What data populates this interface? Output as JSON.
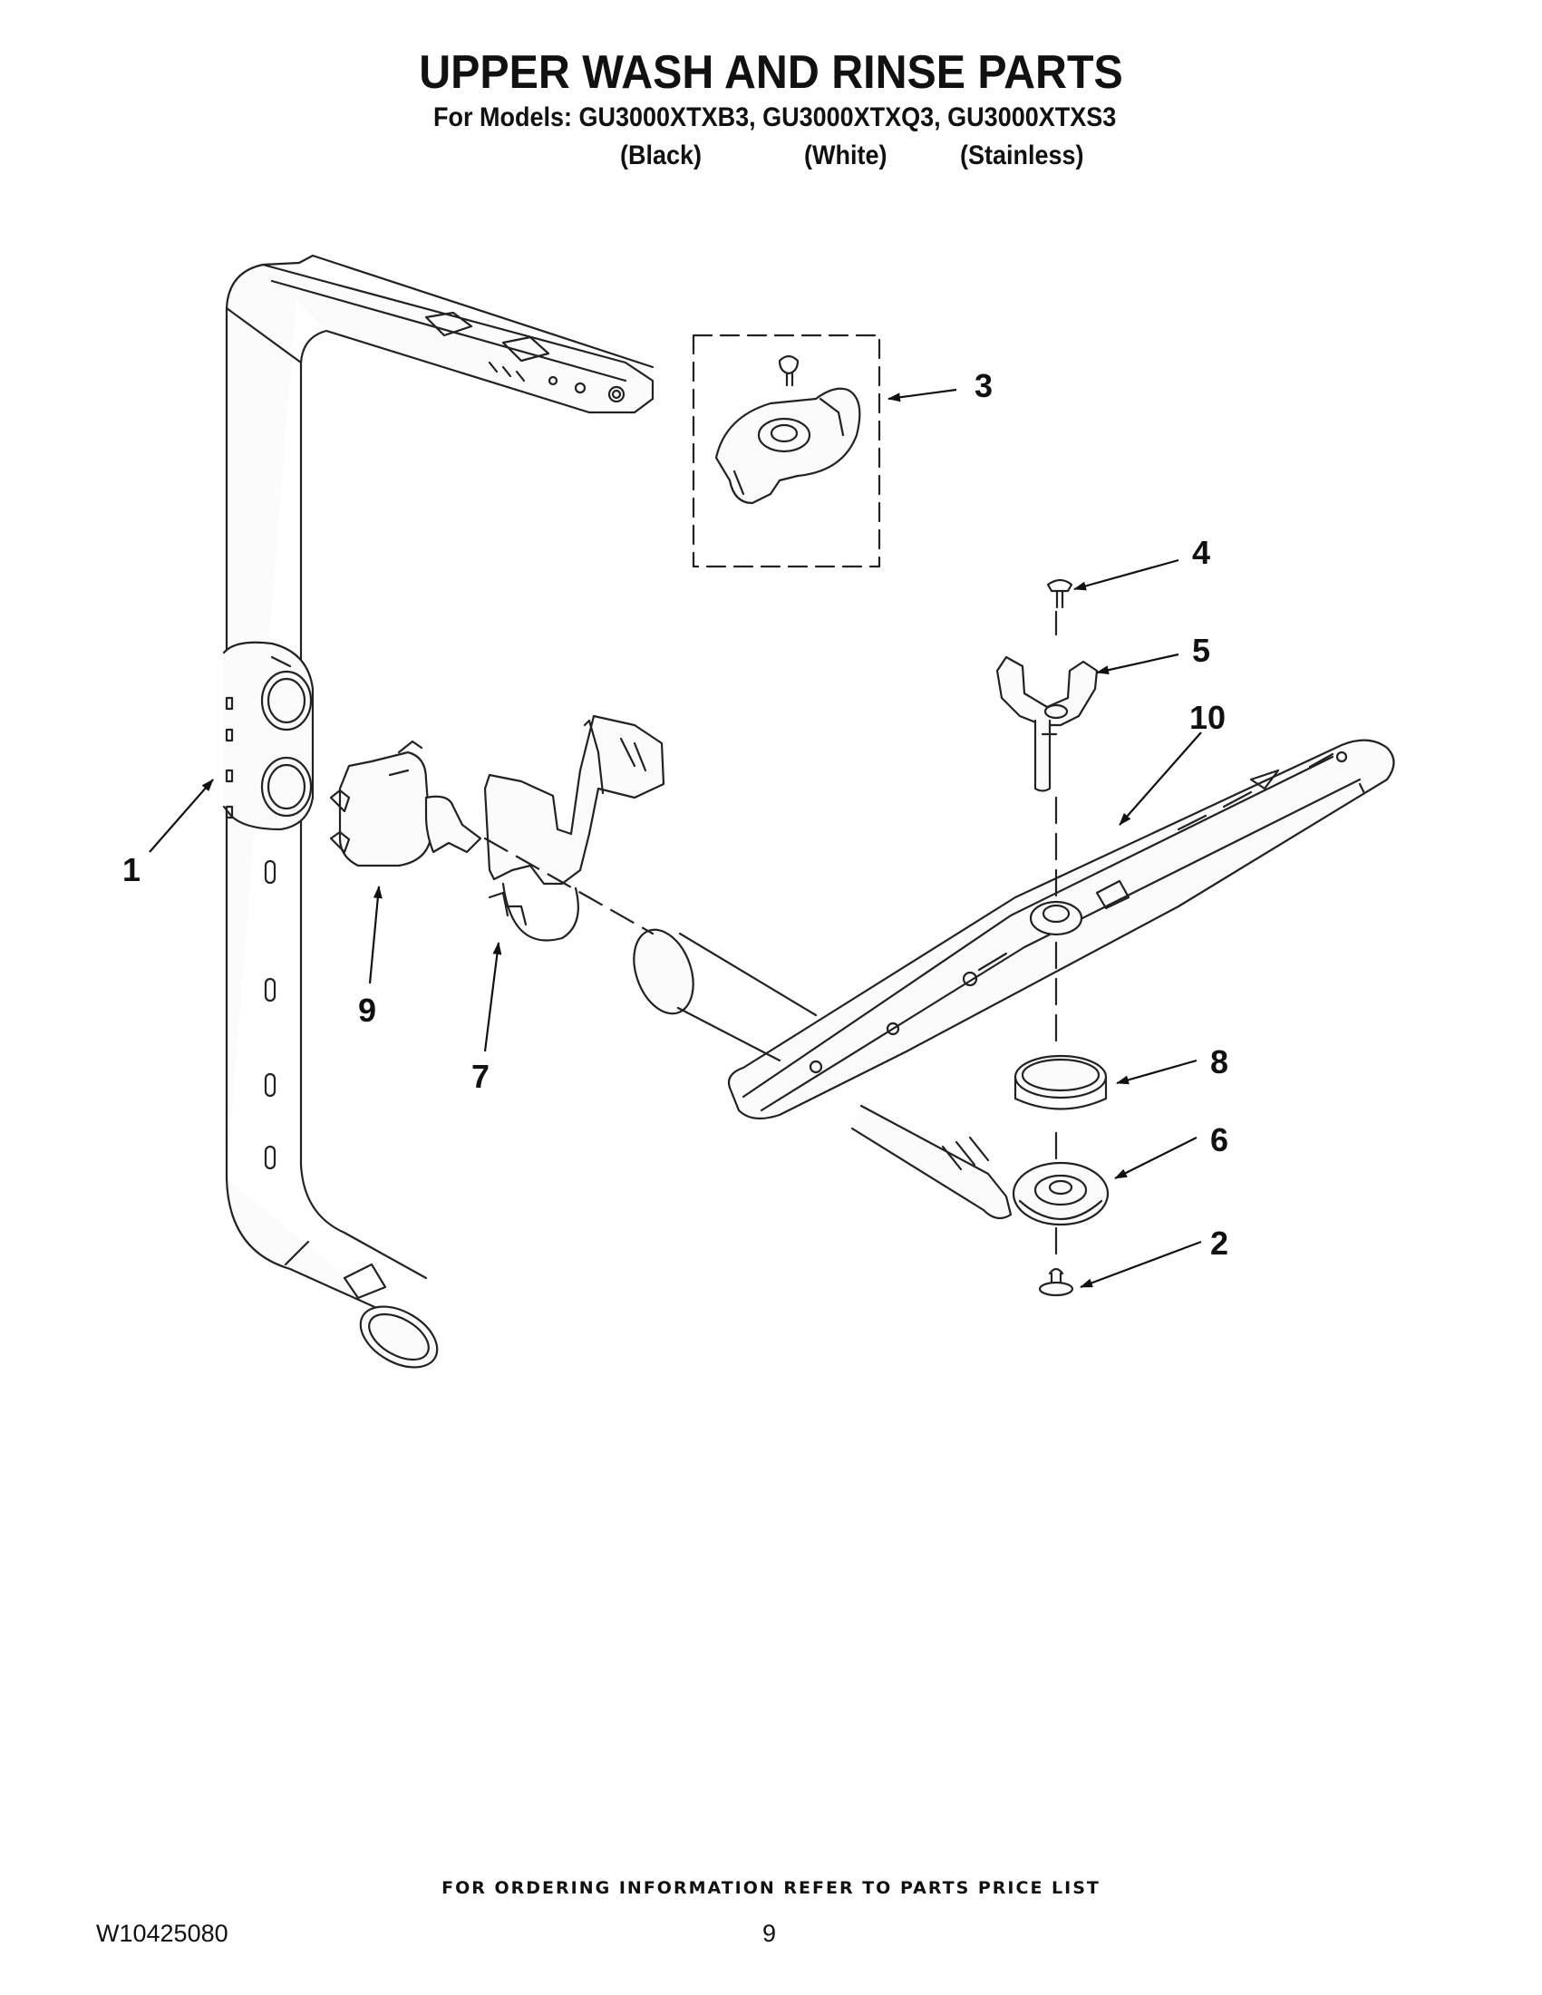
{
  "header": {
    "title": "UPPER WASH AND RINSE PARTS",
    "models_line": "For Models: GU3000XTXB3, GU3000XTXQ3, GU3000XTXS3",
    "variants": [
      "(Black)",
      "(White)",
      "(Stainless)"
    ]
  },
  "callouts": [
    "1",
    "2",
    "3",
    "4",
    "5",
    "6",
    "7",
    "8",
    "9",
    "10"
  ],
  "footer": {
    "ordering_note": "FOR ORDERING INFORMATION REFER TO PARTS PRICE LIST",
    "doc_number": "W10425080",
    "page_number": "9"
  }
}
